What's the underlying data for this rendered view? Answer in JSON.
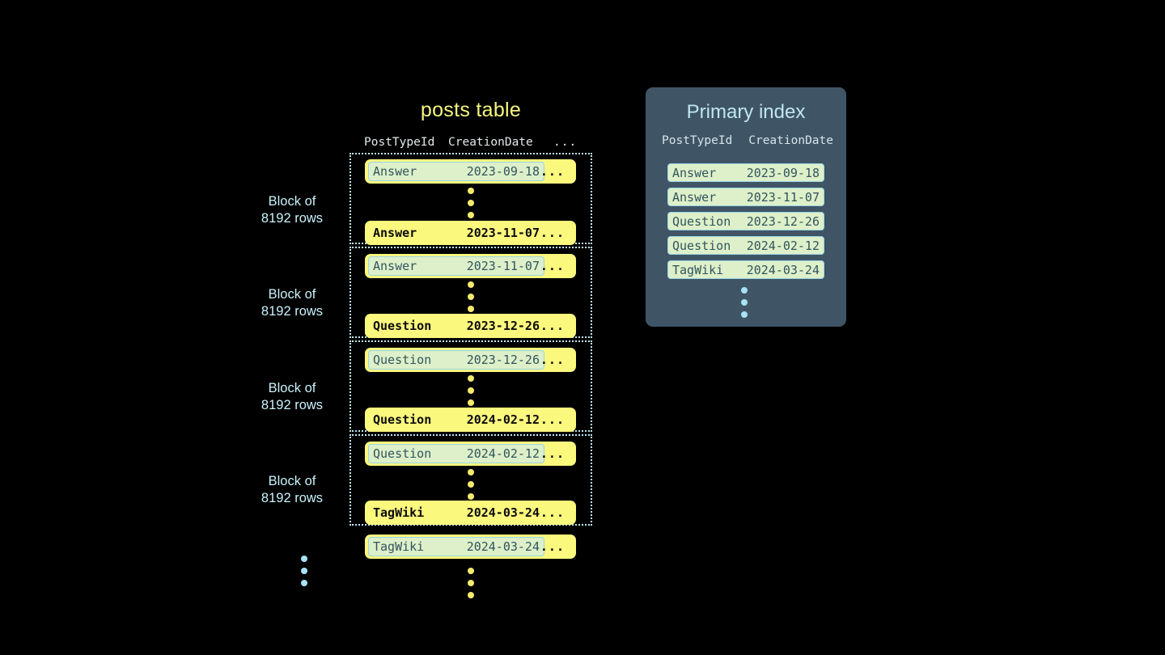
{
  "posts_table": {
    "title": "posts table",
    "columns": [
      "PostTypeId",
      "CreationDate",
      "..."
    ],
    "more_glyph": "...",
    "block_label": "Block of\n8192 rows",
    "block_label_line1": "Block of",
    "block_label_line2": "8192 rows",
    "blocks": [
      {
        "label_line1": "Block of",
        "label_line2": "8192 rows",
        "first_row": {
          "post_type_id": "Answer",
          "creation_date": "2023-09-18",
          "more": "...",
          "highlighted": true
        },
        "last_row": {
          "post_type_id": "Answer",
          "creation_date": "2023-11-07",
          "more": "...",
          "highlighted": false
        }
      },
      {
        "label_line1": "Block of",
        "label_line2": "8192 rows",
        "first_row": {
          "post_type_id": "Answer",
          "creation_date": "2023-11-07",
          "more": "...",
          "highlighted": true
        },
        "last_row": {
          "post_type_id": "Question",
          "creation_date": "2023-12-26",
          "more": "...",
          "highlighted": false
        }
      },
      {
        "label_line1": "Block of",
        "label_line2": "8192 rows",
        "first_row": {
          "post_type_id": "Question",
          "creation_date": "2023-12-26",
          "more": "...",
          "highlighted": true
        },
        "last_row": {
          "post_type_id": "Question",
          "creation_date": "2024-02-12",
          "more": "...",
          "highlighted": false
        }
      },
      {
        "label_line1": "Block of",
        "label_line2": "8192 rows",
        "first_row": {
          "post_type_id": "Question",
          "creation_date": "2024-02-12",
          "more": "...",
          "highlighted": true
        },
        "last_row": {
          "post_type_id": "TagWiki",
          "creation_date": "2024-03-24",
          "more": "...",
          "highlighted": false
        }
      }
    ],
    "trailing_row": {
      "post_type_id": "TagWiki",
      "creation_date": "2024-03-24",
      "more": "...",
      "highlighted": true
    }
  },
  "primary_index": {
    "title": "Primary index",
    "columns": [
      "PostTypeId",
      "CreationDate"
    ],
    "rows": [
      {
        "post_type_id": "Answer",
        "creation_date": "2023-09-18"
      },
      {
        "post_type_id": "Answer",
        "creation_date": "2023-11-07"
      },
      {
        "post_type_id": "Question",
        "creation_date": "2023-12-26"
      },
      {
        "post_type_id": "Question",
        "creation_date": "2024-02-12"
      },
      {
        "post_type_id": "TagWiki",
        "creation_date": "2024-03-24"
      }
    ]
  },
  "colors": {
    "background": "#000000",
    "row_yellow": "#fbf87e",
    "highlight_green": "#ddf0c9",
    "highlight_border": "#9ad4e6",
    "title_yellow": "#f7f77f",
    "label_cyan": "#c9f2fb",
    "panel_slate": "#3f5565",
    "index_title": "#bfe6f3",
    "dot_yellow": "#f5eb6a",
    "dot_blue": "#a8e2f7"
  }
}
